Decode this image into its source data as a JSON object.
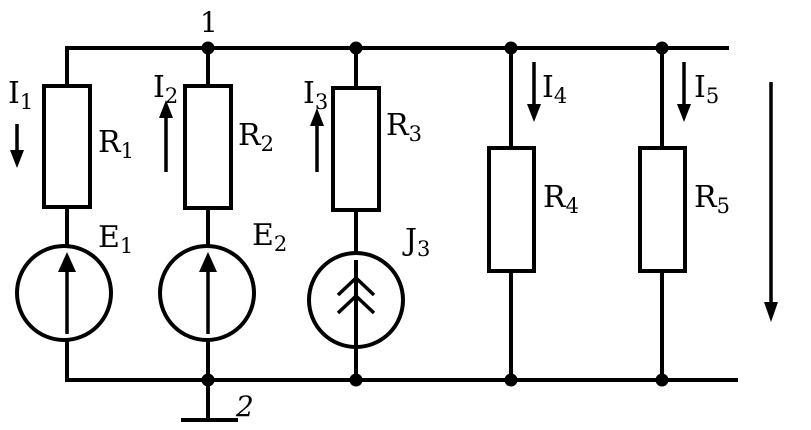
{
  "nodes": {
    "top": "1",
    "bottom": "2"
  },
  "labels": {
    "I1": {
      "main": "I",
      "sub": "1"
    },
    "I2": {
      "main": "I",
      "sub": "2"
    },
    "I3": {
      "main": "I",
      "sub": "3"
    },
    "I4": {
      "main": "I",
      "sub": "4"
    },
    "I5": {
      "main": "I",
      "sub": "5"
    },
    "R1": {
      "main": "R",
      "sub": "1"
    },
    "R2": {
      "main": "R",
      "sub": "2"
    },
    "R3": {
      "main": "R",
      "sub": "3"
    },
    "R4": {
      "main": "R",
      "sub": "4"
    },
    "R5": {
      "main": "R",
      "sub": "5"
    },
    "E1": {
      "main": "E",
      "sub": "1"
    },
    "E2": {
      "main": "E",
      "sub": "2"
    },
    "J3": {
      "main": "J",
      "sub": "3"
    }
  }
}
